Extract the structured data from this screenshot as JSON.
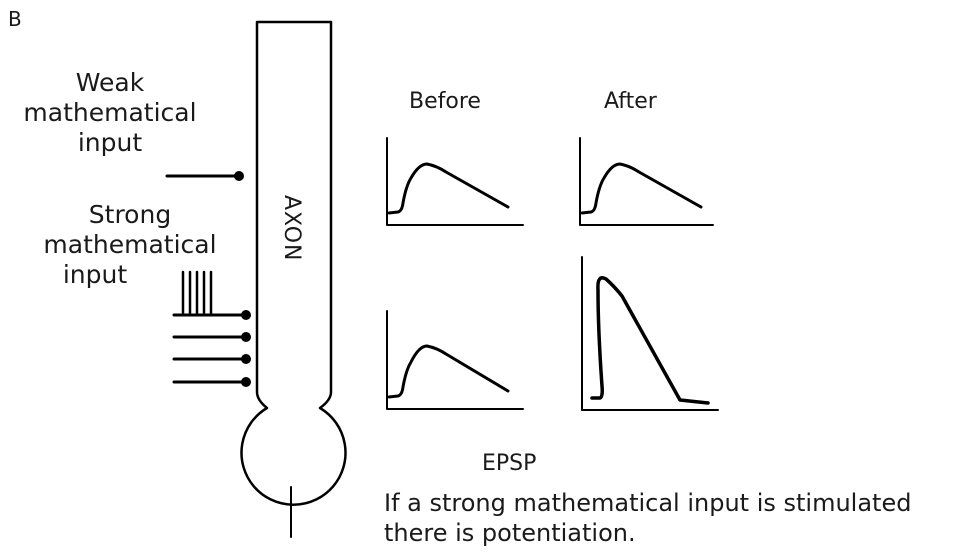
{
  "panel_letter": "B",
  "axon_label": "AXON",
  "weak_input": {
    "lines": [
      "Weak",
      "mathematical",
      "input"
    ]
  },
  "strong_input": {
    "lines": [
      "Strong",
      "mathematical",
      "input"
    ]
  },
  "columns": {
    "before": "Before",
    "after": "After"
  },
  "epsp_label": "EPSP",
  "caption": {
    "line1": "If a strong mathematical input is stimulated",
    "line2": "there is potentiation."
  }
}
